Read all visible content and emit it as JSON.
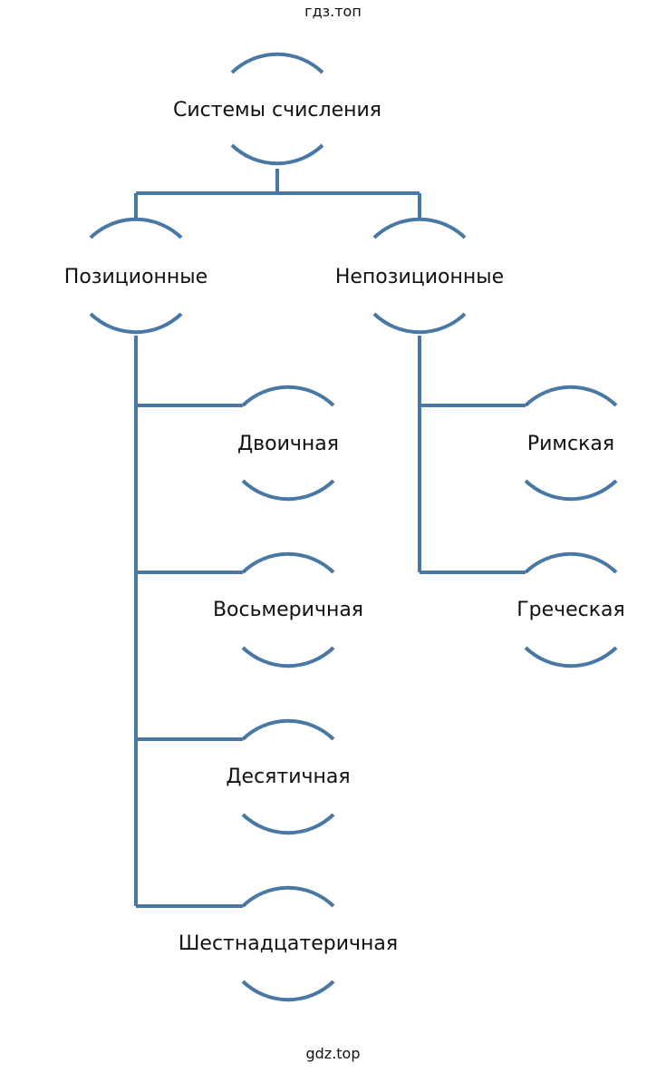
{
  "watermark_top": "гдз.топ",
  "watermark_bottom": "gdz.top",
  "line_color": "#4a78a5",
  "text_color": "#111111",
  "nodes": {
    "root": "Системы счисления",
    "positional": "Позиционные",
    "nonpositional": "Непозиционные",
    "binary": "Двоичная",
    "octal": "Восьмеричная",
    "decimal": "Десятичная",
    "hexadecimal": "Шестнадцатеричная",
    "roman": "Римская",
    "greek": "Греческая"
  }
}
